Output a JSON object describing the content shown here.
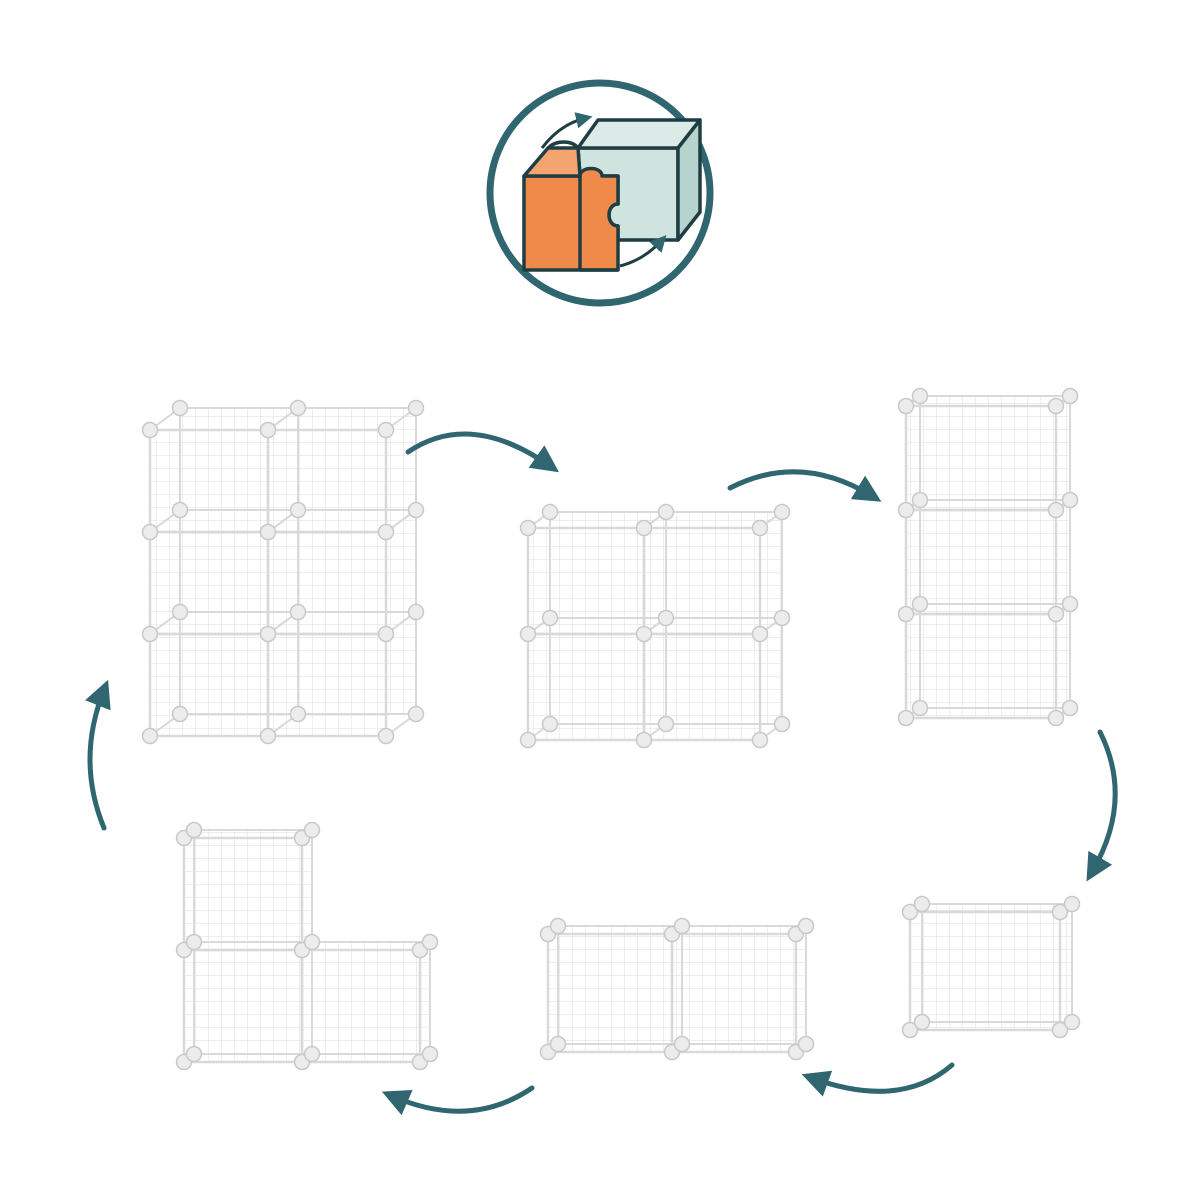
{
  "colors": {
    "background": "#ffffff",
    "badge_ring": "#2f6670",
    "arrow": "#2f6670",
    "puzzle_orange": "#f08a4b",
    "puzzle_mint": "#cfe3df",
    "puzzle_outline": "#1f3e44",
    "wire": "#d9d9d9",
    "joint": "#ececec"
  },
  "icons": {
    "badge": "puzzle-cube-icon",
    "flow_arrow": "curved-arrow-icon",
    "product": "wire-cube-shelf-icon"
  },
  "configurations": [
    {
      "name": "six-cube-2x3",
      "columns": 2,
      "rows": 3
    },
    {
      "name": "four-cube-2x2",
      "columns": 2,
      "rows": 2
    },
    {
      "name": "three-cube-tower",
      "columns": 1,
      "rows": 3
    },
    {
      "name": "single-cube",
      "columns": 1,
      "rows": 1
    },
    {
      "name": "two-cube-row",
      "columns": 2,
      "rows": 1
    },
    {
      "name": "l-shape-three",
      "columns": 2,
      "rows": 2,
      "missing": "top-right"
    }
  ]
}
